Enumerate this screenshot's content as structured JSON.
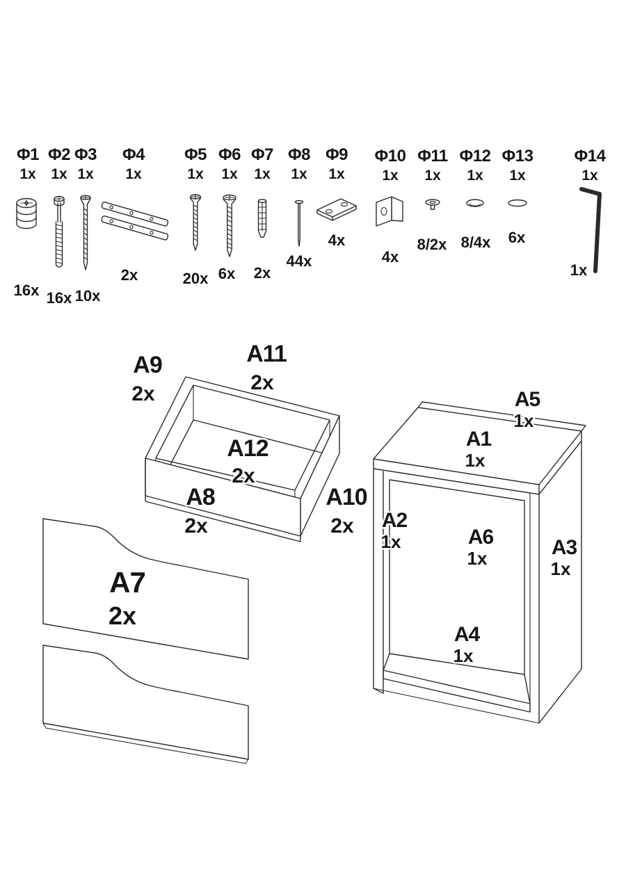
{
  "document": {
    "type": "furniture-assembly-parts-overview"
  },
  "hardware": [
    {
      "id": "Φ1",
      "unit": "1x",
      "count": "16x",
      "icon": "cam-lock"
    },
    {
      "id": "Φ2",
      "unit": "1x",
      "count": "16x",
      "icon": "cam-bolt"
    },
    {
      "id": "Φ3",
      "unit": "1x",
      "count": "10x",
      "icon": "long-screw"
    },
    {
      "id": "Φ4",
      "unit": "1x",
      "count": "2x",
      "icon": "drawer-slide-pair"
    },
    {
      "id": "Φ5",
      "unit": "1x",
      "count": "20x",
      "icon": "wood-screw"
    },
    {
      "id": "Φ6",
      "unit": "1x",
      "count": "6x",
      "icon": "wood-screw-large"
    },
    {
      "id": "Φ7",
      "unit": "1x",
      "count": "2x",
      "icon": "wall-plug"
    },
    {
      "id": "Φ8",
      "unit": "1x",
      "count": "44x",
      "icon": "nail"
    },
    {
      "id": "Φ9",
      "unit": "1x",
      "count": "4x",
      "icon": "flat-bracket"
    },
    {
      "id": "Φ10",
      "unit": "1x",
      "count": "4x",
      "icon": "corner-bracket"
    },
    {
      "id": "Φ11",
      "unit": "1x",
      "count": "8/2x",
      "icon": "cap-plug"
    },
    {
      "id": "Φ12",
      "unit": "1x",
      "count": "8/4x",
      "icon": "cover-cap"
    },
    {
      "id": "Φ13",
      "unit": "1x",
      "count": "6x",
      "icon": "flat-cover-cap"
    },
    {
      "id": "Φ14",
      "unit": "1x",
      "count": "1x",
      "icon": "allen-key"
    }
  ],
  "parts": {
    "a1": {
      "id": "A1",
      "qty": "1x"
    },
    "a2": {
      "id": "A2",
      "qty": "1x"
    },
    "a3": {
      "id": "A3",
      "qty": "1x"
    },
    "a4": {
      "id": "A4",
      "qty": "1x"
    },
    "a5": {
      "id": "A5",
      "qty": "1x"
    },
    "a6": {
      "id": "A6",
      "qty": "1x"
    },
    "a7": {
      "id": "A7",
      "qty": "2x"
    },
    "a8": {
      "id": "A8",
      "qty": "2x"
    },
    "a9": {
      "id": "A9",
      "qty": "2x"
    },
    "a10": {
      "id": "A10",
      "qty": "2x"
    },
    "a11": {
      "id": "A11",
      "qty": "2x"
    },
    "a12": {
      "id": "A12",
      "qty": "2x"
    }
  }
}
